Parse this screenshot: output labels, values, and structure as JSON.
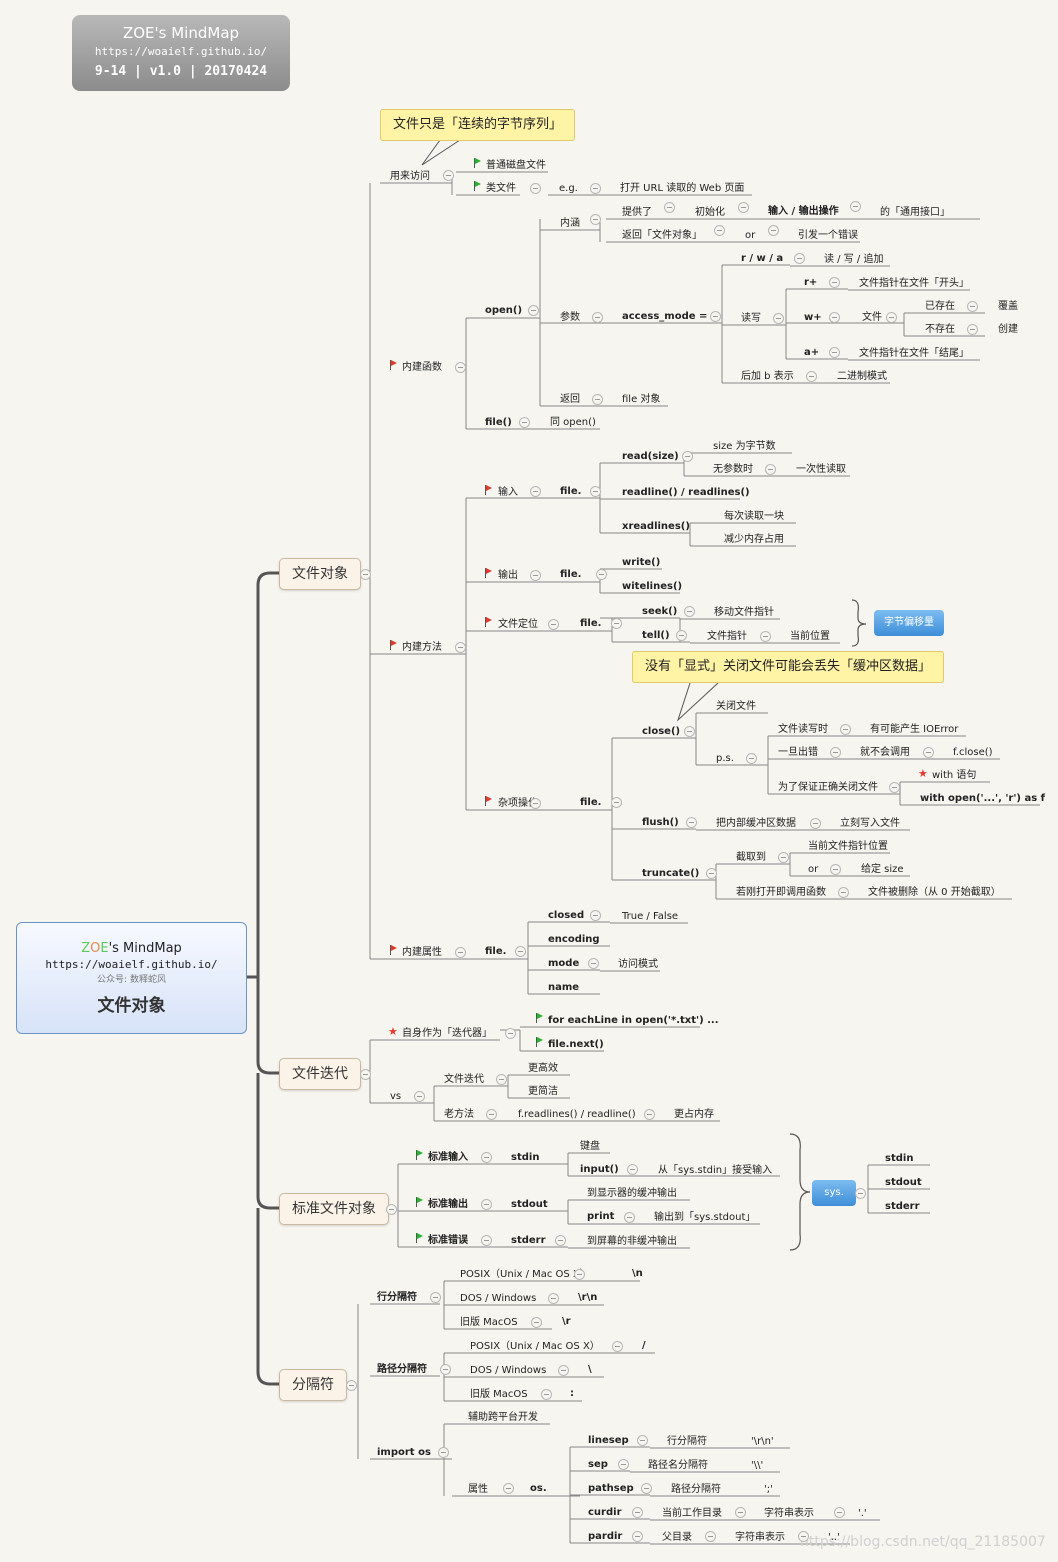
{
  "title_box": {
    "app": "ZOE's MindMap",
    "url": "https://woaielf.github.io/",
    "version": "9-14 | v1.0 | 20170424"
  },
  "center": {
    "app_pre": "Z",
    "app_o": "O",
    "app_e": "E",
    "app_rest": "'s MindMap",
    "url": "https://woaielf.github.io/",
    "gzh": "公众号: 数释蛇风",
    "topic": "文件对象"
  },
  "branches": {
    "file_object": "文件对象",
    "file_iter": "文件迭代",
    "std_file": "标准文件对象",
    "separator": "分隔符"
  },
  "callouts": {
    "byte_seq": "文件只是「连续的字节序列」",
    "buffer_loss": "没有「显式」关闭文件可能会丢失「缓冲区数据」"
  },
  "badges": {
    "offset": "字节偏移量",
    "sys": "sys."
  },
  "watermark": "https://blog.csdn.net/qq_21185007",
  "labels": {
    "l001": "用来访问",
    "l002": "普通磁盘文件",
    "l003": "类文件",
    "l004": "e.g.",
    "l005": "打开 URL 读取的 Web 页面",
    "l006": "内涵",
    "l007": "提供了",
    "l008": "初始化",
    "l009": "输入 / 输出操作",
    "l010": "的「通用接口」",
    "l011": "返回「文件对象」",
    "l012": "or",
    "l013": "引发一个错误",
    "l014": "open()",
    "l015": "参数",
    "l016": "access_mode =",
    "l017": "r / w / a",
    "l018": "读 / 写 / 追加",
    "l019": "读写",
    "l020": "r+",
    "l021": "文件指针在文件「开头」",
    "l022": "w+",
    "l023": "文件",
    "l024": "已存在",
    "l025": "覆盖",
    "l026": "不存在",
    "l027": "创建",
    "l028": "a+",
    "l029": "文件指针在文件「结尾」",
    "l030": "后加 b 表示",
    "l031": "二进制模式",
    "l032": "返回",
    "l033": "file 对象",
    "l034": "内建函数",
    "l035": "file()",
    "l036": "同 open()",
    "l037": "read(size)",
    "l038": "size 为字节数",
    "l039": "无参数时",
    "l040": "一次性读取",
    "l041": "输入",
    "l042": "file.",
    "l043": "readline() / readlines()",
    "l044": "xreadlines()",
    "l045": "每次读取一块",
    "l046": "减少内存占用",
    "l047": "write()",
    "l048": "输出",
    "l049": "file.",
    "l050": "witelines()",
    "l051": "seek()",
    "l052": "移动文件指针",
    "l053": "文件定位",
    "l054": "file.",
    "l055": "tell()",
    "l056": "文件指针",
    "l057": "当前位置",
    "l058": "内建方法",
    "l059": "关闭文件",
    "l060": "close()",
    "l061": "文件读写时",
    "l062": "有可能产生 IOError",
    "l063": "p.s.",
    "l064": "一旦出错",
    "l065": "就不会调用",
    "l066": "f.close()",
    "l067": "为了保证正确关闭文件",
    "l068": "with 语句",
    "l069": "with open('...', 'r') as f",
    "l070": "杂项操作",
    "l071": "file.",
    "l072": "flush()",
    "l073": "把内部缓冲区数据",
    "l074": "立刻写入文件",
    "l075": "截取到",
    "l076": "当前文件指针位置",
    "l077": "truncate()",
    "l078": "or",
    "l079": "给定 size",
    "l080": "若刚打开即调用函数",
    "l081": "文件被删除（从 0 开始截取）",
    "l082": "closed",
    "l083": "True / False",
    "l084": "encoding",
    "l085": "内建属性",
    "l086": "file.",
    "l087": "mode",
    "l088": "访问模式",
    "l089": "name",
    "l090": "for eachLine in open('*.txt') ...",
    "l091": "自身作为「迭代器」",
    "l092": "file.next()",
    "l093": "更高效",
    "l094": "文件迭代",
    "l095": "vs",
    "l096": "更简洁",
    "l097": "老方法",
    "l098": "f.readlines() / readline()",
    "l099": "更占内存",
    "l100": "键盘",
    "l101": "标准输入",
    "l102": "stdin",
    "l103": "input()",
    "l104": "从「sys.stdin」接受输入",
    "l105": "到显示器的缓冲输出",
    "l106": "标准输出",
    "l107": "stdout",
    "l108": "print",
    "l109": "输出到「sys.stdout」",
    "l110": "标准错误",
    "l111": "stderr",
    "l112": "到屏幕的非缓冲输出",
    "l113": "stdin",
    "l114": "stdout",
    "l115": "stderr",
    "l116": "POSIX（Unix / Mac OS X）",
    "l117": "\\n",
    "l118": "行分隔符",
    "l119": "DOS / Windows",
    "l120": "\\r\\n",
    "l121": "旧版 MacOS",
    "l122": "\\r",
    "l123": "POSIX（Unix / Mac OS X）",
    "l124": "/",
    "l125": "路径分隔符",
    "l126": "DOS / Windows",
    "l127": "\\",
    "l128": "旧版 MacOS",
    "l129": ":",
    "l130": "辅助跨平台开发",
    "l131": "linesep",
    "l132": "行分隔符",
    "l133": "'\\r\\n'",
    "l134": "import os",
    "l135": "sep",
    "l136": "路径名分隔符",
    "l137": "'\\\\'",
    "l138": "属性",
    "l139": "os.",
    "l140": "pathsep",
    "l141": "路径分隔符",
    "l142": "';'",
    "l143": "curdir",
    "l144": "当前工作目录",
    "l145": "字符串表示",
    "l146": "'.'",
    "l147": "pardir",
    "l148": "父目录",
    "l149": "字符串表示",
    "l150": "'..'"
  },
  "colors": {
    "background": "#f6f5f0",
    "branch_line": "#555555",
    "leaf_line": "#888888",
    "flag_red": "#e03b2d",
    "flag_green": "#24b52f",
    "callout": "#fff3a6",
    "badge": "#4a98dc"
  }
}
